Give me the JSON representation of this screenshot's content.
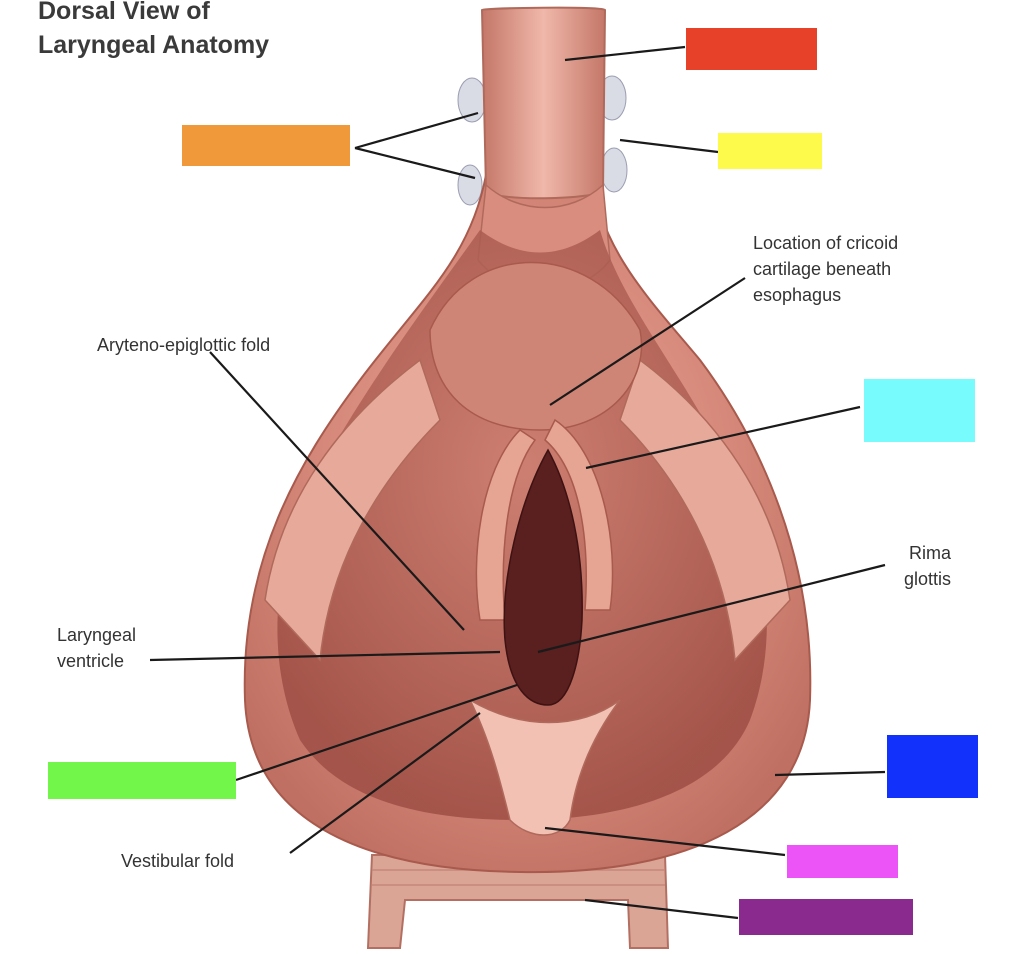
{
  "title": {
    "line1": "Dorsal View of",
    "line2": "Laryngeal Anatomy"
  },
  "labels": {
    "cricoid": [
      "Location of cricoid",
      "cartilage beneath",
      "esophagus"
    ],
    "aryteno_epiglottic_fold": "Aryteno-epiglottic fold",
    "rima_glottis": [
      "Rima",
      "glottis"
    ],
    "laryngeal_ventricle": [
      "Laryngeal",
      "ventricle"
    ],
    "vestibular_fold": "Vestibular fold"
  },
  "answer_boxes": [
    {
      "id": "red",
      "color": "#e8412a"
    },
    {
      "id": "orange",
      "color": "#f0993a"
    },
    {
      "id": "yellow",
      "color": "#fdfa4b"
    },
    {
      "id": "cyan",
      "color": "#77fbfd"
    },
    {
      "id": "blue",
      "color": "#1232fb"
    },
    {
      "id": "green",
      "color": "#72f64a"
    },
    {
      "id": "magenta",
      "color": "#ec54f7"
    },
    {
      "id": "purple",
      "color": "#8a2a8e"
    }
  ]
}
